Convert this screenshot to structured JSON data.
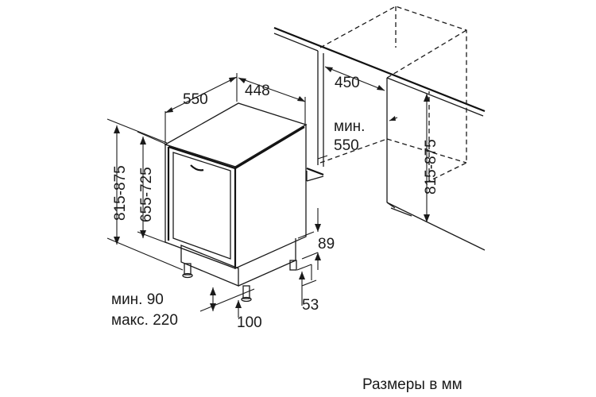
{
  "dimensions": {
    "width": "550",
    "depth": "448",
    "niche_depth": "450",
    "niche_width_min_label": "мин.",
    "niche_width_min_value": "550",
    "niche_height": "815-875",
    "total_height": "815-875",
    "body_height": "655-725",
    "plinth_height": "89",
    "foot_height": "53",
    "door_gap": "100",
    "plinth_min": "мин. 90",
    "plinth_max": "макс. 220"
  },
  "caption": "Размеры в мм"
}
